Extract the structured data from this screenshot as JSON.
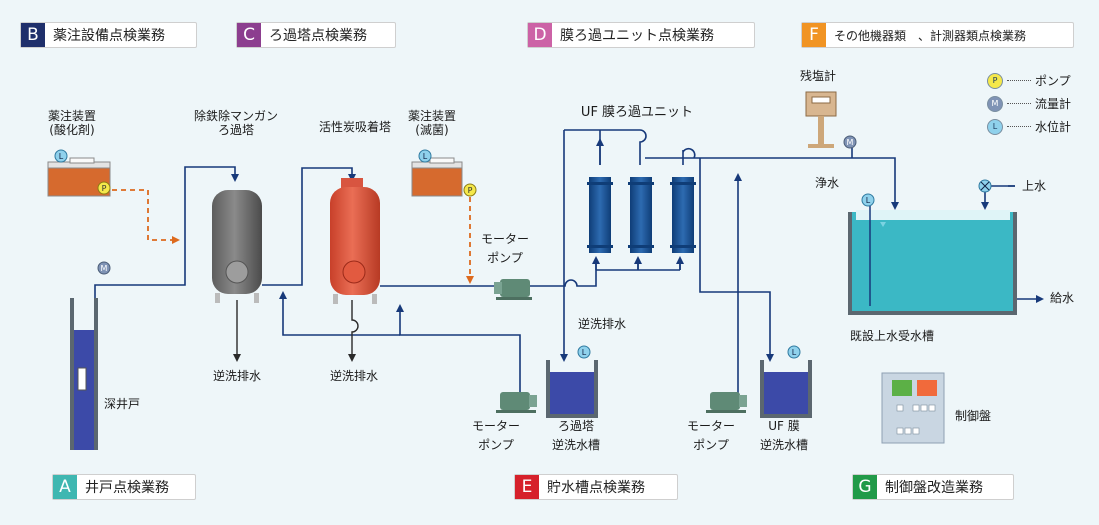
{
  "tags": {
    "A": {
      "letter": "A",
      "text": "井戸点検業務",
      "color": "#3fb7b1"
    },
    "B": {
      "letter": "B",
      "text": "薬注設備点検業務",
      "color": "#1f2f6b"
    },
    "C": {
      "letter": "C",
      "text": "ろ過塔点検業務",
      "color": "#8c3e8f"
    },
    "D": {
      "letter": "D",
      "text": "膜ろ過ユニット点検業務",
      "color": "#cc62a6"
    },
    "E": {
      "letter": "E",
      "text": "貯水槽点検業務",
      "color": "#d6212b"
    },
    "F": {
      "letter": "F",
      "text": "その他機器類　、計測器類点検業務",
      "color": "#f19424"
    },
    "G": {
      "letter": "G",
      "text": "制御盤改造業務",
      "color": "#219a48"
    }
  },
  "labels": {
    "chem_oxidizer": "薬注装置\n(酸化剤)",
    "iron_mn_filter": "除鉄除マンガン\nろ過塔",
    "activated_carbon": "活性炭吸着塔",
    "chem_sterilizer": "薬注装置\n(滅菌)",
    "uf_unit": "UF 膜ろ過ユニット",
    "residual_chlorine": "残塩計",
    "motor_pump_top": "モーター\nポンプ",
    "backwash_drain_1": "逆洗排水",
    "backwash_drain_2": "逆洗排水",
    "backwash_drain_3": "逆洗排水",
    "deep_well": "深井戸",
    "motor_pump_bottom_1": "モーター\nポンプ",
    "filter_backwash_tank": "ろ過塔\n逆洗水槽",
    "motor_pump_bottom_2": "モーター\nポンプ",
    "uf_backwash_tank": "UF 膜\n逆洗水槽",
    "clean_water": "浄水",
    "tap_water": "上水",
    "water_supply": "給水",
    "existing_tank": "既設上水受水槽",
    "control_panel": "制御盤"
  },
  "legend": [
    {
      "symbol": "P",
      "text": "ポンプ",
      "color": "#f5e84a"
    },
    {
      "symbol": "M",
      "text": "流量計",
      "color": "#7f93b5"
    },
    {
      "symbol": "L",
      "text": "水位計",
      "color": "#8fd1ec"
    }
  ],
  "colors": {
    "pipe": "#17397a",
    "chem_line": "#dd6a1e",
    "water": "#2f96b5",
    "tank_water": "#3c4aa8"
  }
}
